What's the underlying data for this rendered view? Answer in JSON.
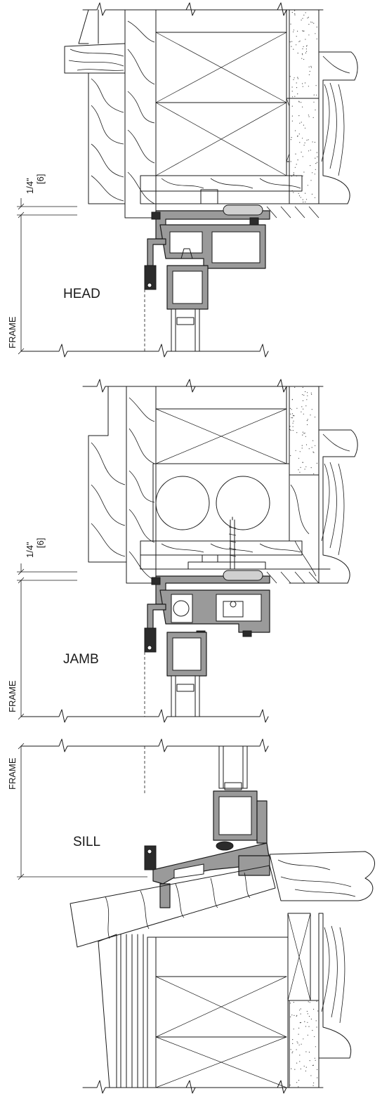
{
  "sections": {
    "head": {
      "label": "HEAD",
      "dim_fraction": "1/4\"",
      "dim_metric": "[6]",
      "dim_frame": "FRAME"
    },
    "jamb": {
      "label": "JAMB",
      "dim_fraction": "1/4\"",
      "dim_metric": "[6]",
      "dim_frame": "FRAME"
    },
    "sill": {
      "label": "SILL",
      "dim_frame": "FRAME"
    }
  },
  "colors": {
    "line": "#1a1a1a",
    "aluminum": "#9a9a9a",
    "gasket": "#2b2b2b",
    "background": "#ffffff"
  }
}
